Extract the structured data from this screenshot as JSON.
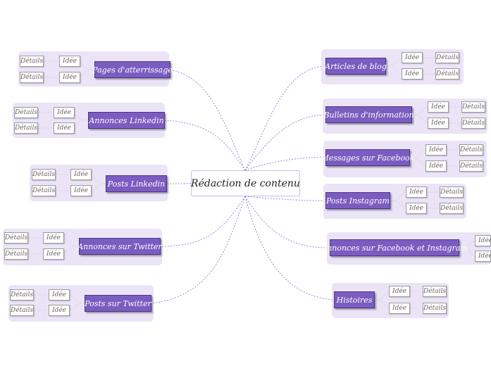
{
  "central": "Rédaction de contenu",
  "labels": {
    "idee": "Idée",
    "details": "Détails"
  },
  "branches": [
    {
      "label": "Pages d'atterrissage",
      "side": "left"
    },
    {
      "label": "Annonces Linkedin",
      "side": "left"
    },
    {
      "label": "Posts Linkedin",
      "side": "left"
    },
    {
      "label": "Annonces sur Twitter",
      "side": "left"
    },
    {
      "label": "Posts sur Twitter",
      "side": "left"
    },
    {
      "label": "Articles de blog",
      "side": "right"
    },
    {
      "label": "Bulletins d'information",
      "side": "right"
    },
    {
      "label": "Messages sur Facebook",
      "side": "right"
    },
    {
      "label": "Posts Instagram",
      "side": "right"
    },
    {
      "label": "Annonces sur Facebook et Instagram",
      "side": "right"
    },
    {
      "label": "Histoires",
      "side": "right"
    }
  ],
  "colors": {
    "branch_fill": "#7b5cc0",
    "band": "#e9e1f6",
    "connector": "#9a8ad8"
  }
}
